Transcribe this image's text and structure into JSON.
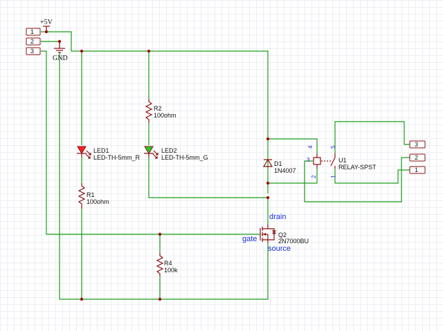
{
  "power": {
    "vcc_label": "+5V",
    "gnd_label": "GND"
  },
  "left_ports": [
    "1",
    "2",
    "3"
  ],
  "right_ports": [
    "3",
    "2",
    "1"
  ],
  "components": {
    "r2": {
      "ref": "R2",
      "value": "100ohm"
    },
    "r1": {
      "ref": "R1",
      "value": "100ohm"
    },
    "r4": {
      "ref": "R4",
      "value": "100k"
    },
    "led1": {
      "ref": "LED1",
      "value": "LED-TH-5mm_R"
    },
    "led2": {
      "ref": "LED2",
      "value": "LED-TH-5mm_G"
    },
    "d1": {
      "ref": "D1",
      "value": "1N4007"
    },
    "q2": {
      "ref": "Q2",
      "value": "2N7000BU"
    },
    "u1": {
      "ref": "U1",
      "value": "RELAY-SPST"
    }
  },
  "net_labels": {
    "drain": "drain",
    "gate": "gate",
    "source": "source"
  },
  "relay_pins": [
    "4",
    "5",
    "3",
    "2",
    "1"
  ],
  "colors": {
    "wire": "#1a9a1a",
    "component": "#8a1010",
    "net_label": "#1a2dd0",
    "led_red": "#ff2020",
    "led_green": "#22cc22"
  }
}
